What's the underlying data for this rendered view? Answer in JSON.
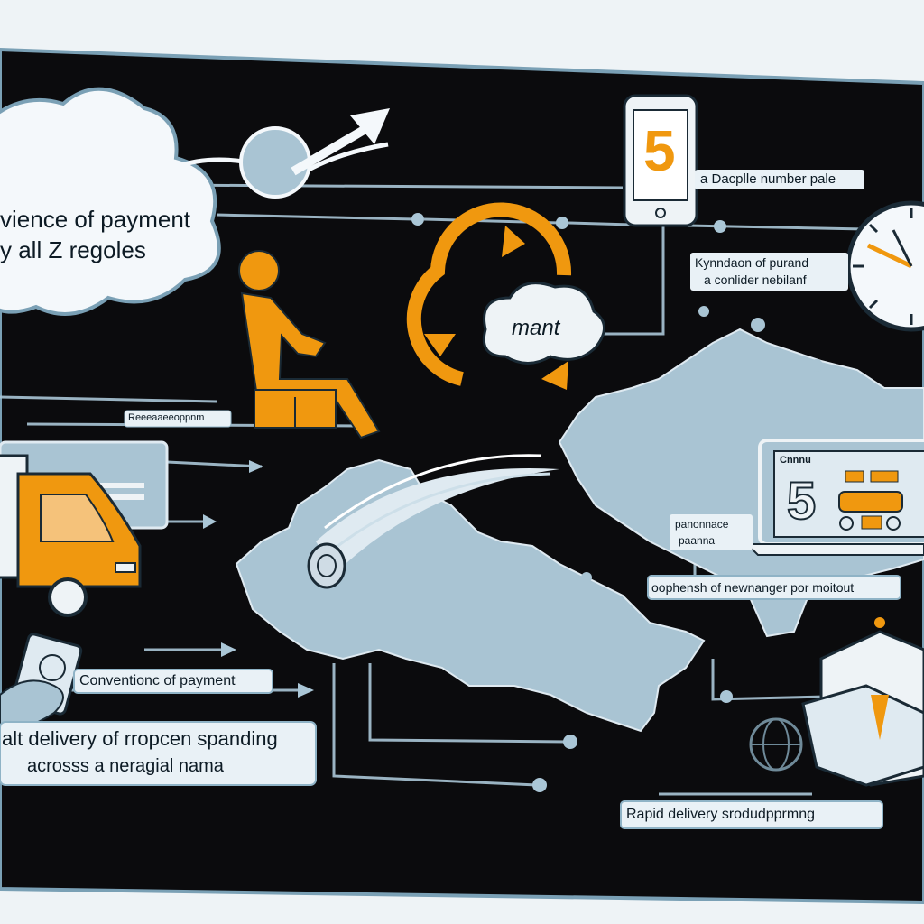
{
  "colors": {
    "board": "#0b0b0d",
    "line": "#aac6d6",
    "accent": "#f0980f",
    "map": "#a9c4d3",
    "panel": "#e9f1f6",
    "outline": "#1a2a35"
  },
  "cloud_text": {
    "line1": "vience of payment",
    "line2": "y all Z regoles"
  },
  "phone_digit": "5",
  "phone_caption": "a Dacplle number pale",
  "note_top_right": {
    "line1": "Kynndaon of purand",
    "line2": "a conlider nebilanf"
  },
  "center_cloud_label": "mant",
  "small_tag": "Reeeaaeeoppnm",
  "laptop_title": "Cnnnu",
  "laptop_digit": "5",
  "laptop_caption": {
    "line1": "panonnace",
    "line2": "paanna"
  },
  "right_note": "oophensh of newnanger por moitout",
  "conv_label": "Conventionc of payment",
  "bottom_left_text": {
    "line1": "alt delivery of rropcen spanding",
    "line2": "acrosss a neragial nama"
  },
  "bottom_right_label": "Rapid delivery srodudpprmng",
  "icons": [
    "check-arrow-icon",
    "phone-icon",
    "clock-icon",
    "person-icon",
    "cycle-icon",
    "truck-icon",
    "card-icon",
    "laptop-icon",
    "package-icon",
    "hand-card-icon",
    "globe-icon"
  ]
}
